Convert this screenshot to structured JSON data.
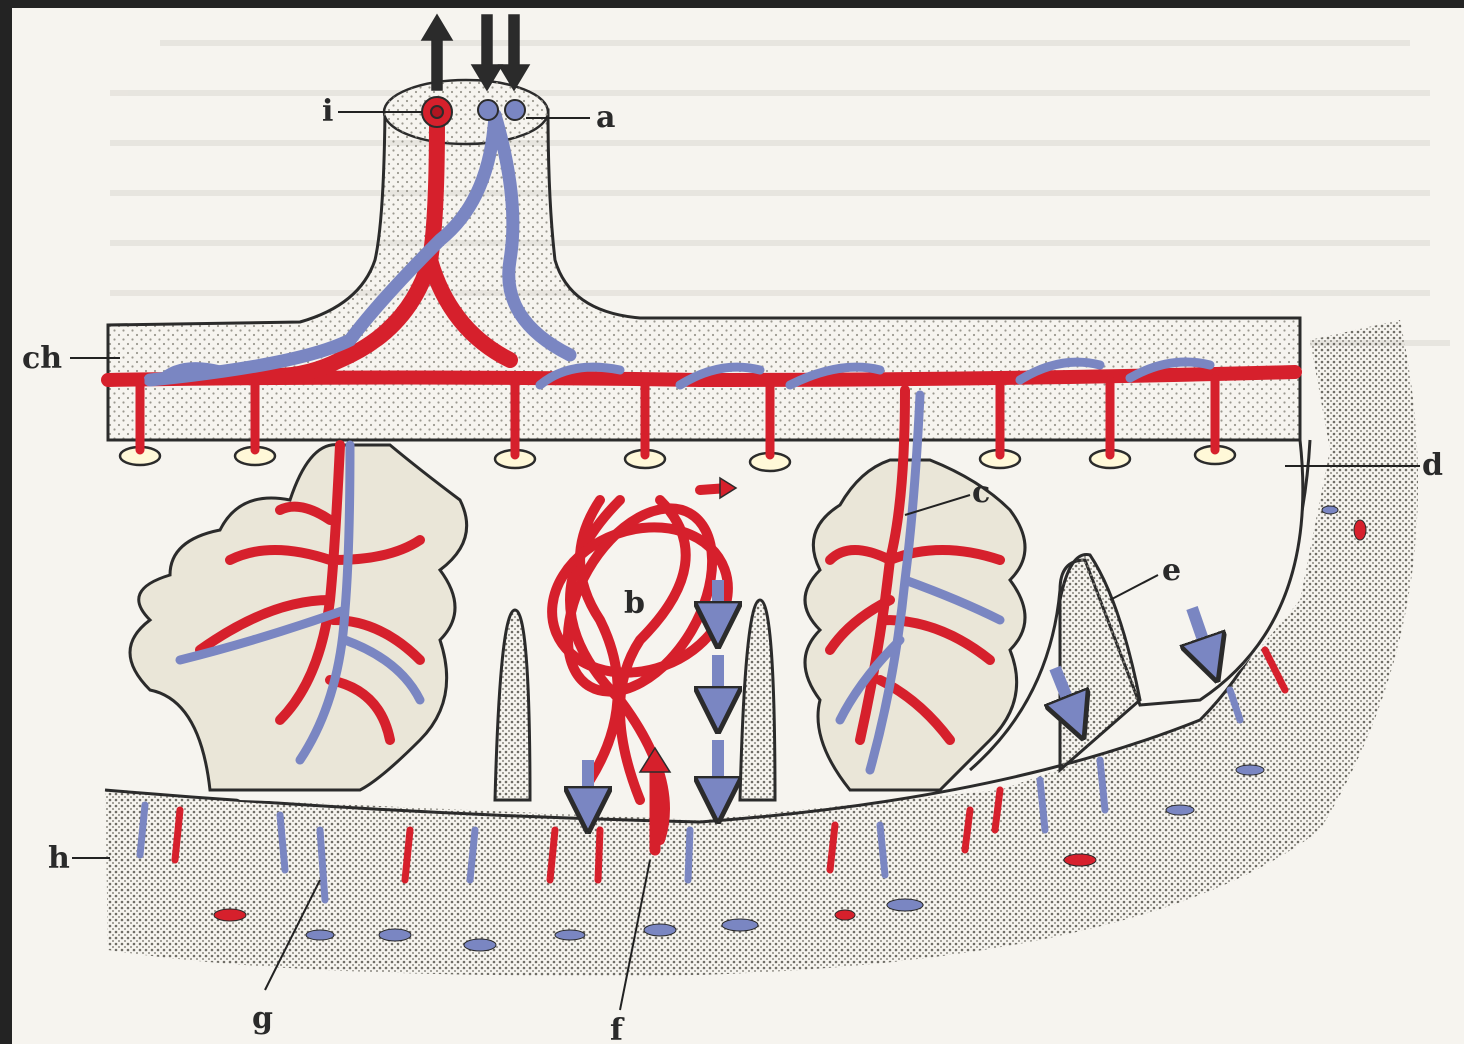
{
  "labels": {
    "i": "i",
    "a": "a",
    "ch": "ch",
    "b": "b",
    "c": "c",
    "d": "d",
    "e": "e",
    "h": "h",
    "g": "g",
    "f": "f"
  },
  "colors": {
    "artery": "#d6202c",
    "vein": "#7a86c2",
    "tissue_stipple": "#9a988f",
    "outline": "#2b2b2b",
    "paper": "#f6f4ef",
    "frame": "#232323"
  }
}
